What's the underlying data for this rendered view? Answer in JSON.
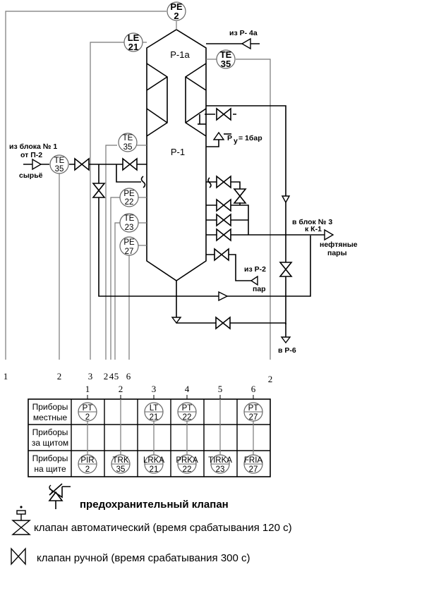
{
  "vessel": {
    "top_label": "Р-1а",
    "main_label": "Р-1"
  },
  "instruments": {
    "pe2": {
      "tag": "PE",
      "num": "2"
    },
    "le21": {
      "tag": "LE",
      "num": "21"
    },
    "te35_top": {
      "tag": "TE",
      "num": "35"
    },
    "te35_feed": {
      "tag": "TE",
      "num": "35"
    },
    "te35_side": {
      "tag": "TE",
      "num": "35"
    },
    "pe22": {
      "tag": "PE",
      "num": "22"
    },
    "te23": {
      "tag": "TE",
      "num": "23"
    },
    "pe27": {
      "tag": "PE",
      "num": "27"
    }
  },
  "streams": {
    "from_p4a": "из Р- 4а",
    "from_block1_line1": "из блока № 1",
    "from_block1_line2": "от П-2",
    "raw": "сырьё",
    "relief_pressure_p": "P",
    "relief_pressure_sub": "у",
    "relief_pressure_val": "= 1бар",
    "to_block3_line1": "в блок № 3",
    "to_block3_line2": "к К-1",
    "oil_vapors_line1": "нефтяные",
    "oil_vapors_line2": "пары",
    "from_p2": "из Р-2",
    "steam": "пар",
    "to_p6": "в Р-6"
  },
  "line_numbers": {
    "l1": "1",
    "l2": "2",
    "l3": "3",
    "l2b": "2",
    "l4": "4",
    "l5": "5",
    "l6": "6",
    "l2r": "2"
  },
  "table": {
    "column_numbers": [
      "1",
      "2",
      "3",
      "4",
      "5",
      "6"
    ],
    "row_labels": [
      {
        "line1": "Приборы",
        "line2": "местные"
      },
      {
        "line1": "Приборы",
        "line2": "за щитом"
      },
      {
        "line1": "Приборы",
        "line2": "на щите"
      }
    ],
    "local": [
      {
        "tag": "PT",
        "num": "2"
      },
      null,
      {
        "tag": "LT",
        "num": "21"
      },
      {
        "tag": "PT",
        "num": "22"
      },
      null,
      {
        "tag": "PT",
        "num": "27"
      }
    ],
    "panel": [
      {
        "tag": "PIR",
        "num": "2"
      },
      {
        "tag": "TRK",
        "num": "35"
      },
      {
        "tag": "LRKA",
        "num": "21"
      },
      {
        "tag": "PRKA",
        "num": "22"
      },
      {
        "tag": "TIRKA",
        "num": "23"
      },
      {
        "tag": "FRIA",
        "num": "27"
      }
    ]
  },
  "legend": {
    "relief_valve": "предохранительный клапан",
    "auto_valve": "клапан автоматический (время срабатывания 120 с)",
    "manual_valve": "клапан ручной (время срабатывания 300 с)"
  }
}
